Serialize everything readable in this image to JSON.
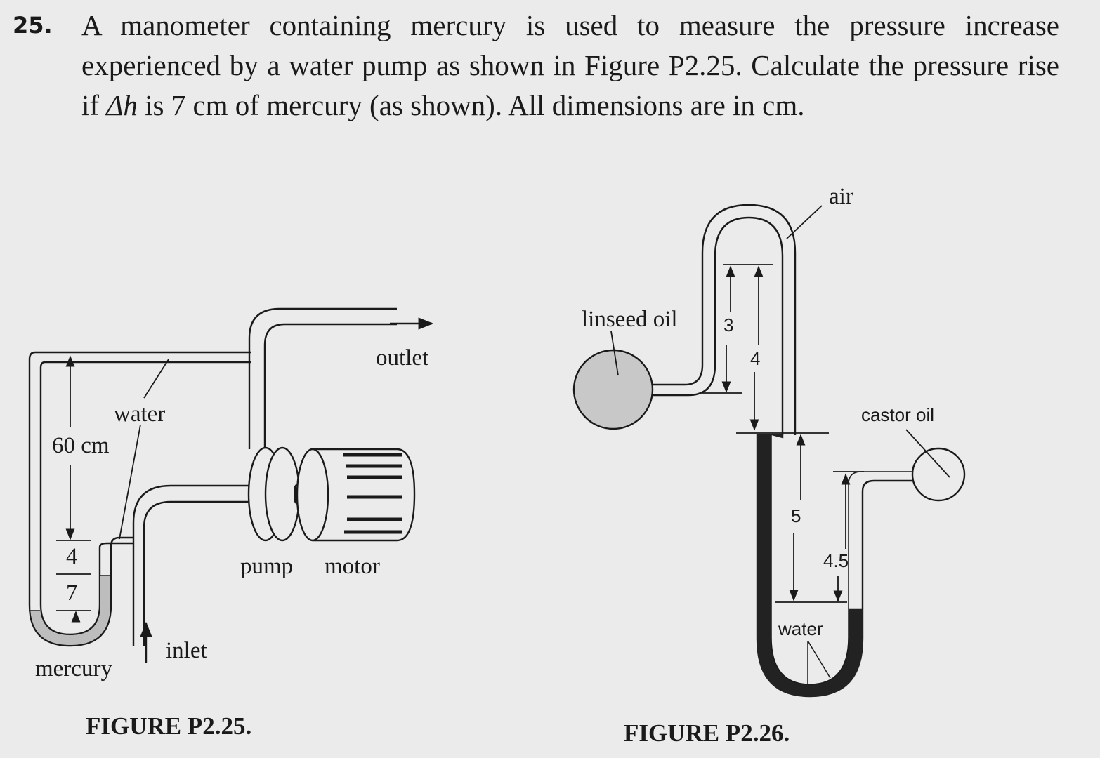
{
  "problem": {
    "number": "25.",
    "text_before": "A manometer containing mercury is used to measure the pressure increase experienced by a water pump as shown in Figure P2.25. Calculate the pressure rise if ",
    "symbol": "Δh",
    "text_after": " is 7 cm of mercury (as shown). All dimensions are in cm."
  },
  "figure_p225": {
    "caption": "FIGURE P2.25.",
    "labels": {
      "outlet": "outlet",
      "water": "water",
      "height_60": "60 cm",
      "dim_4": "4",
      "dim_7": "7",
      "mercury": "mercury",
      "inlet": "inlet",
      "pump": "pump",
      "motor": "motor"
    }
  },
  "figure_p226": {
    "caption": "FIGURE P2.26.",
    "labels": {
      "air": "air",
      "linseed_oil": "linseed oil",
      "dim_3": "3",
      "dim_4": "4",
      "castor_oil": "castor oil",
      "dim_5": "5",
      "dim_4_5": "4.5",
      "water": "water"
    }
  },
  "colors": {
    "background": "#ebebeb",
    "ink": "#1a1a1a",
    "mercury_fill": "#bdbdbd",
    "tank_fill": "#c8c8c8",
    "dark_fluid": "#222222"
  }
}
